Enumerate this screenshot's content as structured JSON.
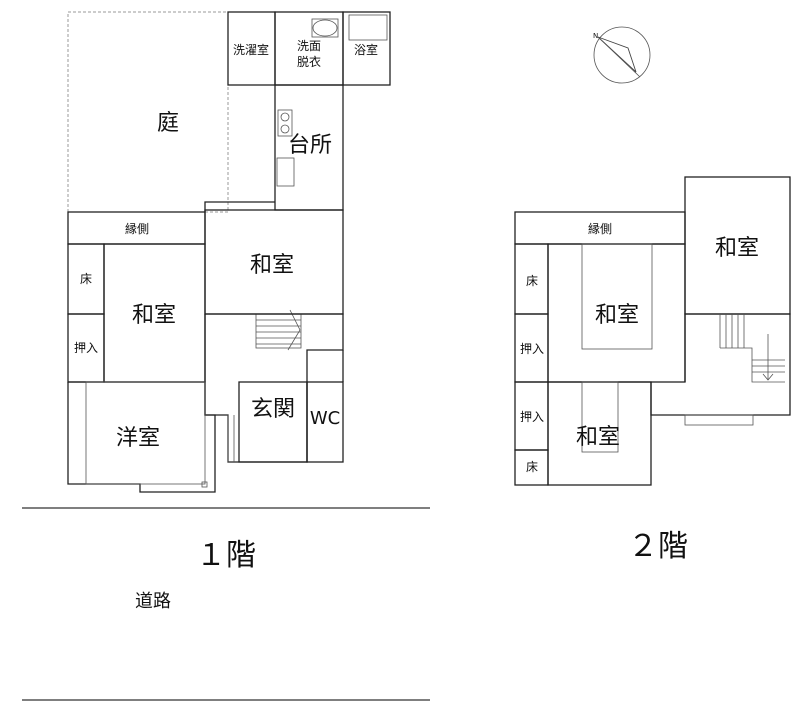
{
  "floor1": {
    "label": "１階",
    "rooms": {
      "garden": "庭",
      "laundry": "洗濯室",
      "washroom_line1": "洗面",
      "washroom_line2": "脱衣",
      "bath": "浴室",
      "kitchen": "台所",
      "veranda": "縁側",
      "tokonoma": "床",
      "oshiire": "押入",
      "washitsu_main": "和室",
      "washitsu_east": "和室",
      "entrance": "玄関",
      "wc": "WC",
      "youshitsu": "洋室"
    }
  },
  "floor2": {
    "label": "２階",
    "rooms": {
      "veranda": "縁側",
      "tokonoma_top": "床",
      "oshiire_top": "押入",
      "oshiire_bottom": "押入",
      "tokonoma_bottom": "床",
      "washitsu_center": "和室",
      "washitsu_east": "和室",
      "washitsu_south": "和室"
    }
  },
  "road_label": "道路",
  "compass": "north-arrow"
}
